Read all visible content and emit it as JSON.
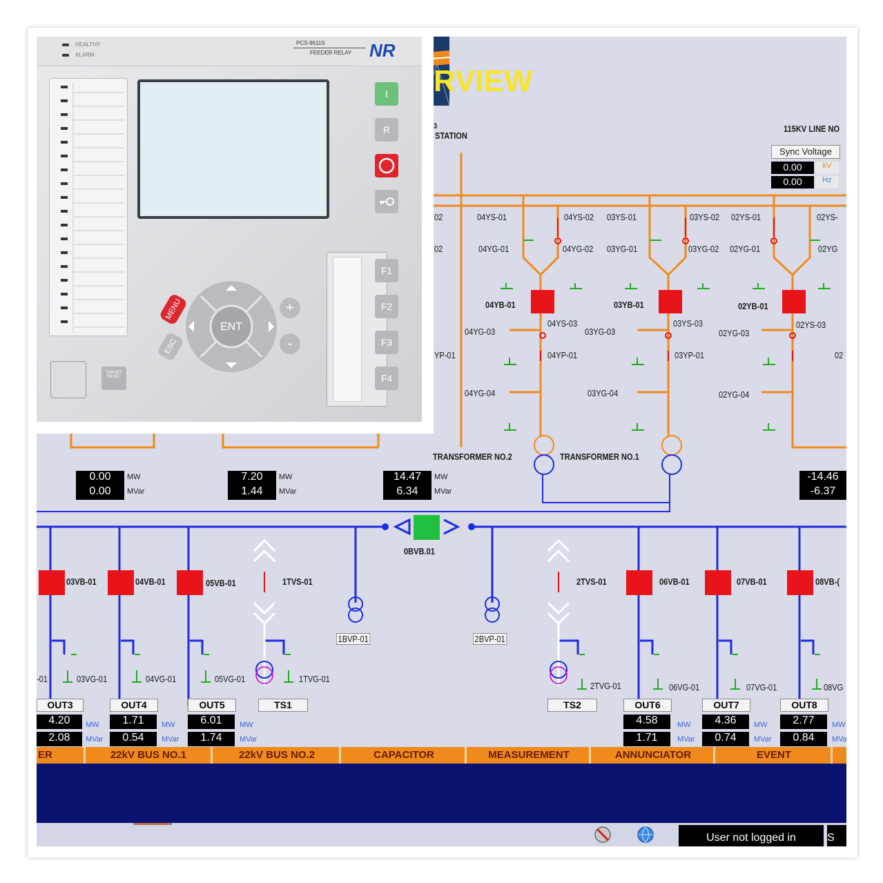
{
  "screen": {
    "title": "RVIEW",
    "station_label": "STATION",
    "station_prefix": "3",
    "line_label": "115KV LINE NO",
    "sync": {
      "title": "Sync Voltage",
      "kv_value": "0.00",
      "kv_unit": "kV",
      "hz_value": "0.00",
      "hz_unit": "Hz"
    },
    "bus115_labels": {
      "left_02a": "02",
      "left_02b": "02",
      "sw": [
        "04YS-01",
        "04YS-02",
        "03YS-01",
        "03YS-02",
        "02YS-01",
        "02YS-"
      ],
      "gnd": [
        "04YG-01",
        "04YG-02",
        "03YG-01",
        "03YG-02",
        "02YG-01",
        "02YG"
      ]
    },
    "breakers115": [
      "04YB-01",
      "03YB-01",
      "02YB-01"
    ],
    "lower115": {
      "yg03": [
        "04YG-03",
        "03YG-03",
        "02YG-03"
      ],
      "ys03": [
        "04YS-03",
        "03YS-03",
        "02YS-03"
      ],
      "yp01": [
        "YP-01",
        "04YP-01",
        "03YP-01",
        "02"
      ],
      "yg04": [
        "04YG-04",
        "03YG-04",
        "02YG-04"
      ]
    },
    "transformers": [
      "TRANSFORMER NO.2",
      "TRANSFORMER NO.1"
    ],
    "measurements": [
      {
        "mw": "0.00",
        "mvar": "0.00"
      },
      {
        "mw": "7.20",
        "mvar": "1.44"
      },
      {
        "mw": "14.47",
        "mvar": "6.34"
      },
      {
        "mw": "-14.46",
        "mvar": "-6.37"
      }
    ],
    "units": {
      "mw": "MW",
      "mvar": "MVar"
    },
    "bus_coupler": "0BVB.01",
    "breakers22": [
      "03VB-01",
      "04VB-01",
      "05VB-01",
      "06VB-01",
      "07VB-01",
      "08VB-("
    ],
    "ts_switches": [
      "1TVS-01",
      "2TVS-01"
    ],
    "vts": [
      "1BVP-01",
      "2BVP-01"
    ],
    "vg": [
      "-01",
      "03VG-01",
      "04VG-01",
      "05VG-01",
      "1TVG-01",
      "2TVG-01",
      "06VG-01",
      "07VG-01",
      "08VG"
    ],
    "feeders": [
      {
        "name": "OUT3",
        "mw": "4.20",
        "mvar": "2.08"
      },
      {
        "name": "OUT4",
        "mw": "1.71",
        "mvar": "0.54"
      },
      {
        "name": "OUT5",
        "mw": "6.01",
        "mvar": "1.74"
      },
      {
        "name": "TS1",
        "mw": "",
        "mvar": ""
      },
      {
        "name": "TS2",
        "mw": "",
        "mvar": ""
      },
      {
        "name": "OUT6",
        "mw": "4.58",
        "mvar": "1.71"
      },
      {
        "name": "OUT7",
        "mw": "4.36",
        "mvar": "0.74"
      },
      {
        "name": "OUT8",
        "mw": "2.77",
        "mvar": "0.84"
      }
    ],
    "nav_tabs": [
      "ER",
      "22kV BUS NO.1",
      "22kV BUS NO.2",
      "CAPACITOR",
      "MEASUREMENT",
      "ANNUNCIATOR",
      "EVENT",
      ""
    ],
    "status": {
      "login": "User not logged in",
      "extra": "S"
    }
  },
  "relay": {
    "led_healthy": "HEALTHY",
    "led_alarm": "ALARM",
    "model": "PCS-9611S",
    "type": "FEEDER RELAY",
    "logo": "NR",
    "buttons": {
      "menu": "MENU",
      "esc": "ESC",
      "ent": "ENT",
      "plus": "+",
      "minus": "-",
      "target_reset": "TARGET RESET",
      "f1": "F1",
      "f2": "F2",
      "f3": "F3",
      "f4": "F4",
      "close": "I",
      "reset": "R"
    }
  },
  "colors": {
    "hv_line": "#f08a1c",
    "lv_bus": "#1d2be0",
    "breaker": "#e8141a",
    "coupler": "#20c040",
    "earth": "#22aa22",
    "nav": "#f08a1c",
    "footer": "#0a1470"
  }
}
